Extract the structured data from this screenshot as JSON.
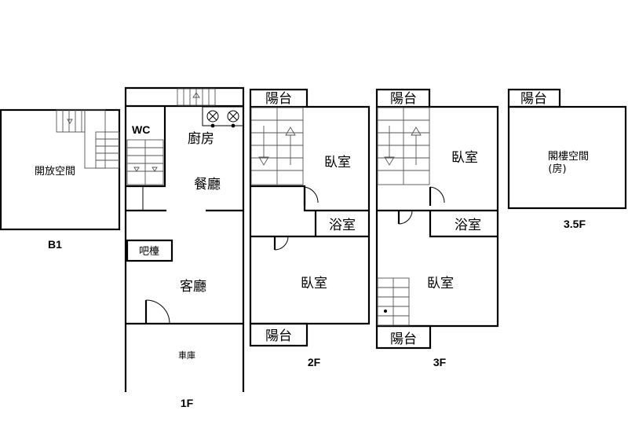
{
  "floors": {
    "b1": {
      "label": "B1",
      "rooms": {
        "open_space": "開放空間"
      }
    },
    "f1": {
      "label": "1F",
      "rooms": {
        "wc": "WC",
        "kitchen": "廚房",
        "dining": "餐廳",
        "bar": "吧檯",
        "living": "客廳",
        "garage": "車庫"
      }
    },
    "f2": {
      "label": "2F",
      "rooms": {
        "balcony_top": "陽台",
        "bedroom_a": "臥室",
        "bathroom": "浴室",
        "bedroom_b": "臥室",
        "balcony_bottom": "陽台"
      }
    },
    "f3": {
      "label": "3F",
      "rooms": {
        "balcony_top": "陽台",
        "bedroom_a": "臥室",
        "bathroom": "浴室",
        "bedroom_b": "臥室",
        "balcony_bottom": "陽台"
      }
    },
    "f35": {
      "label": "3.5F",
      "rooms": {
        "balcony": "陽台",
        "attic_line1": "閣樓空間",
        "attic_line2": "(房)"
      }
    }
  }
}
